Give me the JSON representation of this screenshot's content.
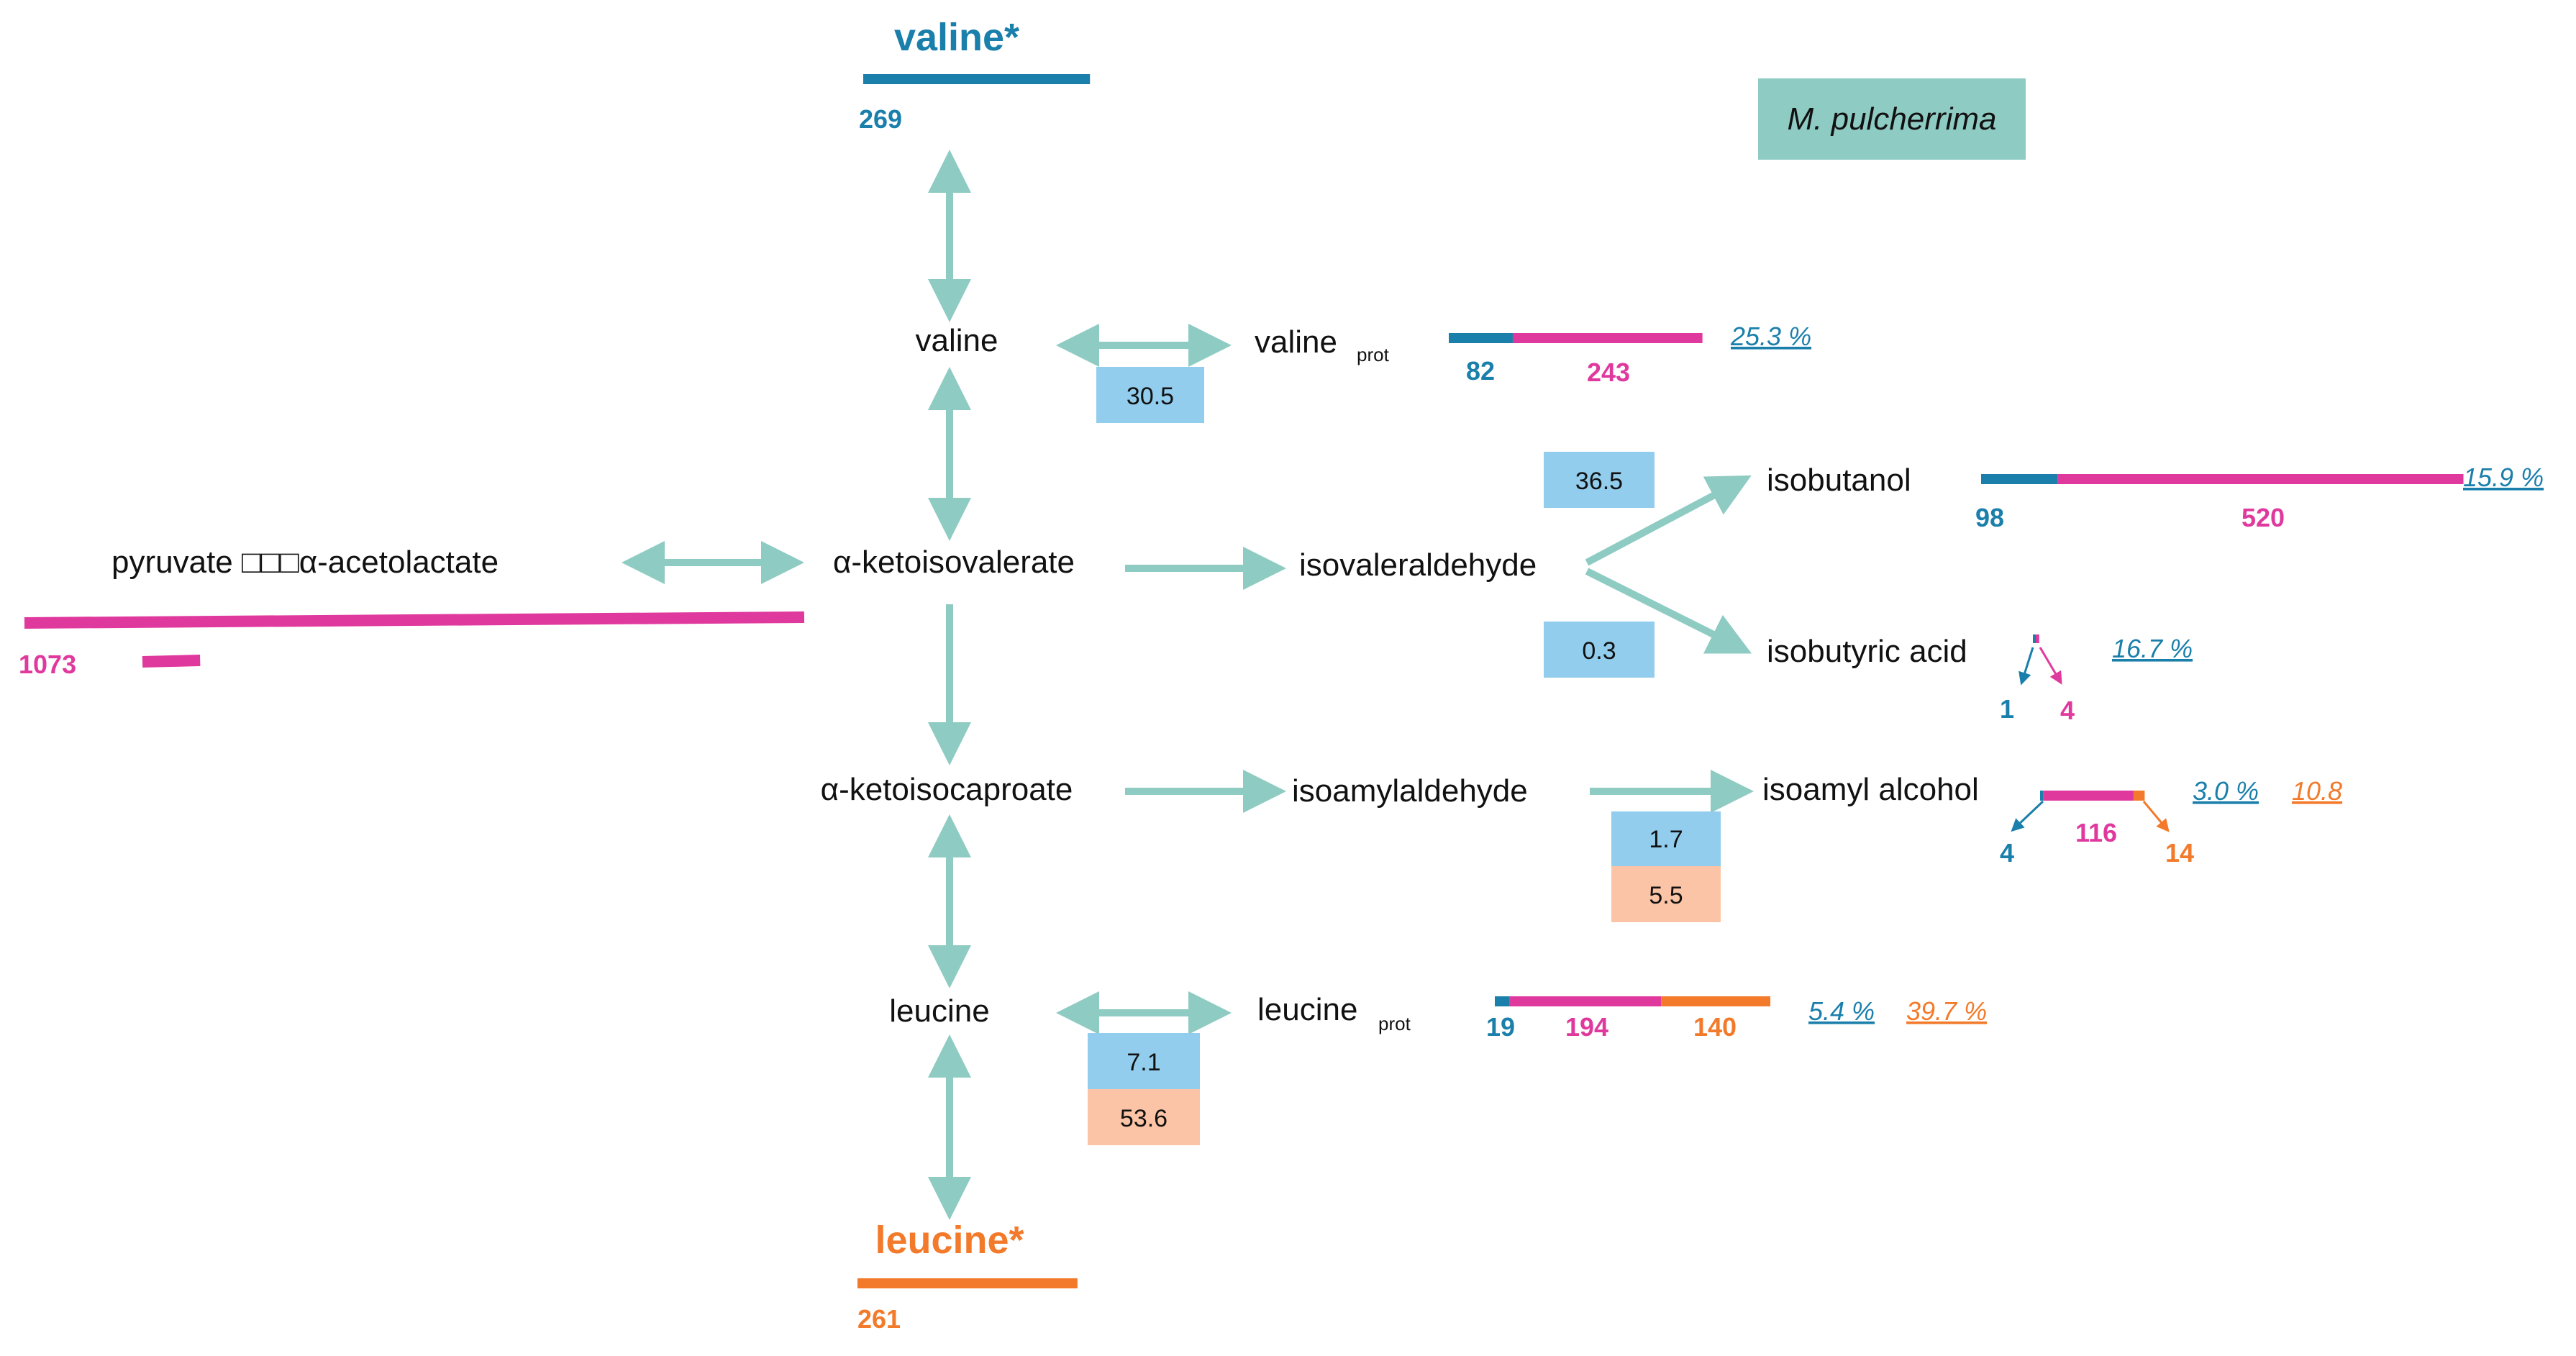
{
  "colors": {
    "arrow": "#8ecbc2",
    "blue": "#1a7fab",
    "magenta": "#e0399e",
    "orange": "#f27a2a",
    "flux_blue": "#92cdee",
    "flux_orange": "#fcc4a6",
    "organism_box": "#8ecbc2"
  },
  "organism": "M. pulcherrima",
  "nodes": {
    "valine_star": "valine*",
    "valine": "valine",
    "valine_prot": "valine",
    "prot_sub": "prot",
    "pyruvate": "pyruvate □□□α-acetolactate",
    "ketoisovalerate": "α-ketoisovalerate",
    "isovaleraldehyde": "isovaleraldehyde",
    "isobutanol": "isobutanol",
    "isobutyric_acid": "isobutyric acid",
    "ketoisocaproate": "α-ketoisocaproate",
    "isoamylaldehyde": "isoamylaldehyde",
    "isoamyl_alcohol": "isoamyl alcohol",
    "leucine": "leucine",
    "leucine_prot": "leucine",
    "leucine_star": "leucine*"
  },
  "fluxes": {
    "valine_prot": "30.5",
    "to_isobutanol": "36.5",
    "to_isobutyric": "0.3",
    "to_isoamyl_blue": "1.7",
    "to_isoamyl_orange": "5.5",
    "leucine_prot_blue": "7.1",
    "leucine_prot_orange": "53.6"
  },
  "values": {
    "valine_star": 269,
    "pyruvate": 1073,
    "valine_prot_blue": 82,
    "valine_prot_magenta": 243,
    "isobutanol_blue": 98,
    "isobutanol_magenta": 520,
    "isobutyric_blue": 1,
    "isobutyric_magenta": 4,
    "isoamyl_blue": 4,
    "isoamyl_magenta": 116,
    "isoamyl_orange": 14,
    "leucine_prot_blue": 19,
    "leucine_prot_magenta": 194,
    "leucine_prot_orange": 140,
    "leucine_star": 261
  },
  "labels": {
    "valine_star": "269",
    "pyruvate": "1073",
    "valine_prot_blue": "82",
    "valine_prot_magenta": "243",
    "isobutanol_blue": "98",
    "isobutanol_magenta": "520",
    "isobutyric_blue": "1",
    "isobutyric_magenta": "4",
    "isoamyl_blue": "4",
    "isoamyl_magenta": "116",
    "isoamyl_orange": "14",
    "leucine_prot_blue": "19",
    "leucine_prot_magenta": "194",
    "leucine_prot_orange": "140",
    "leucine_star": "261"
  },
  "percents": {
    "valine_prot": "25.3 %",
    "isobutanol": "15.9 %",
    "isobutyric": "16.7 %",
    "isoamyl_blue": "3.0 % ",
    "isoamyl_orange": "10.8  ",
    "leucine_prot_blue": "5.4 % ",
    "leucine_prot_orange": "39.7 %"
  }
}
